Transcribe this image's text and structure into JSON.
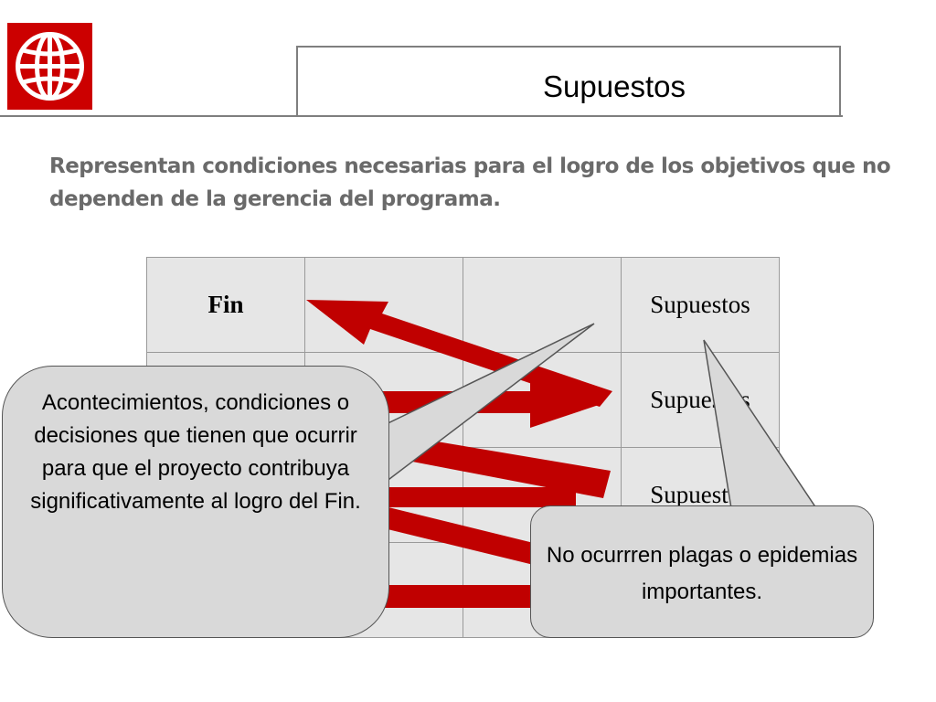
{
  "header": {
    "logo_icon": "globe-icon",
    "title": "Supuestos"
  },
  "intro": "Representan condiciones necesarias para el logro de los objetivos que no dependen de la gerencia del programa.",
  "matrix": {
    "rows": [
      [
        "Fin",
        "",
        "",
        "Supuestos"
      ],
      [
        "",
        "",
        "",
        "Supuestos"
      ],
      [
        "",
        "",
        "",
        "Supuestos"
      ],
      [
        "",
        "",
        "",
        ""
      ]
    ]
  },
  "callouts": {
    "left": "Acontecimientos, condiciones o  decisiones que tienen que ocurrir para que el proyecto contribuya significativamente al logro del Fin.",
    "right": "No ocurrren plagas o epidemias importantes."
  },
  "colors": {
    "brand_red": "#cc0000",
    "arrow_red": "#c00000",
    "cell_gray": "#e6e6e6",
    "callout_gray": "#d9d9d9",
    "intro_text": "#6a6a6a"
  }
}
